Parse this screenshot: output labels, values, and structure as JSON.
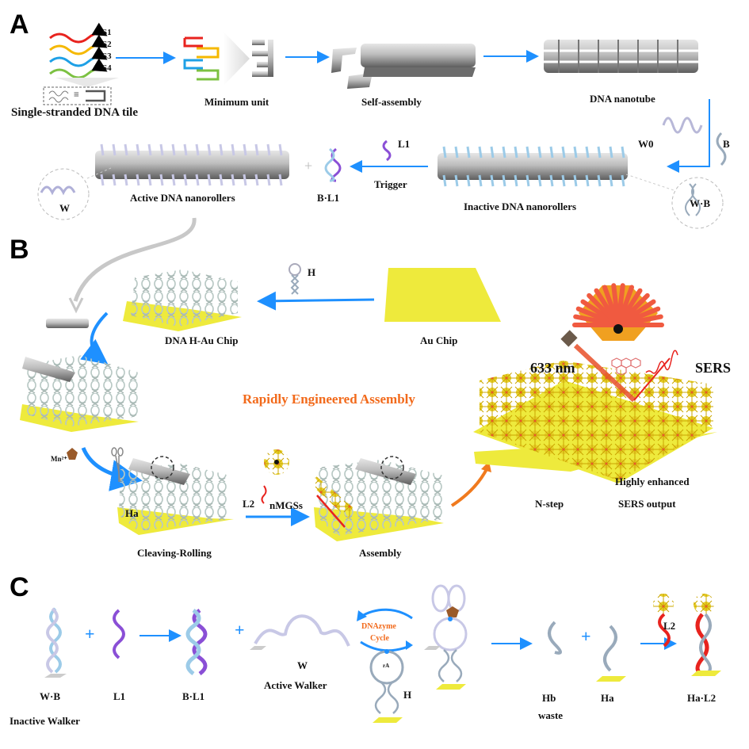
{
  "figure": {
    "panels": {
      "a": "A",
      "b": "B",
      "c": "C"
    },
    "colors": {
      "arrow_blue": "#1e90ff",
      "gold_chip": "#eeea3c",
      "orange_text": "#f26a1b",
      "strand_red": "#e8231e",
      "strand_orange": "#f5b800",
      "strand_blue": "#1ea0e6",
      "strand_green": "#7cc142",
      "l1_purple": "#8a4fd6",
      "b_lightblue": "#9ccbe8",
      "w_lavender": "#c8c8e6",
      "gray_tube": "#a9a9a9"
    },
    "panel_a": {
      "strands": [
        "S1",
        "S2",
        "S3",
        "S4"
      ],
      "tile_label": "Single-stranded DNA tile",
      "tile_equivalence": "≡",
      "minimum_unit": "Minimum unit",
      "self_assembly": "Self-assembly",
      "nanotube": "DNA nanotube",
      "w0": "W0",
      "b": "B",
      "wb_inset": "W·B",
      "inactive": "Inactive DNA nanorollers",
      "l1": "L1",
      "trigger": "Trigger",
      "bl1": "B·L1",
      "plus": "+",
      "active": "Active DNA nanorollers",
      "w_inset": "W"
    },
    "panel_b": {
      "h": "H",
      "au_chip": "Au Chip",
      "h_au_chip": "DNA H-Au Chip",
      "headline": "Rapidly Engineered Assembly",
      "mn": "Mn²⁺",
      "ha": "Ha",
      "cleaving": "Cleaving-Rolling",
      "l2": "L2",
      "nmgss": "nMGSs",
      "assembly": "Assembly",
      "nstep": "N-step",
      "laser": "633 nm",
      "sers": "SERS",
      "output_line1": "Highly enhanced",
      "output_line2": "SERS output"
    },
    "panel_c": {
      "wb": "W·B",
      "inactive_walker": "Inactive Walker",
      "plus": "+",
      "l1": "L1",
      "bl1": "B·L1",
      "w": "W",
      "active_walker": "Active Walker",
      "cycle_line1": "DNAzyme",
      "cycle_line2": "Cycle",
      "ra": "rA",
      "h": "H",
      "hb": "Hb",
      "waste": "waste",
      "ha": "Ha",
      "l2": "L2",
      "hal2": "Ha·L2"
    }
  }
}
